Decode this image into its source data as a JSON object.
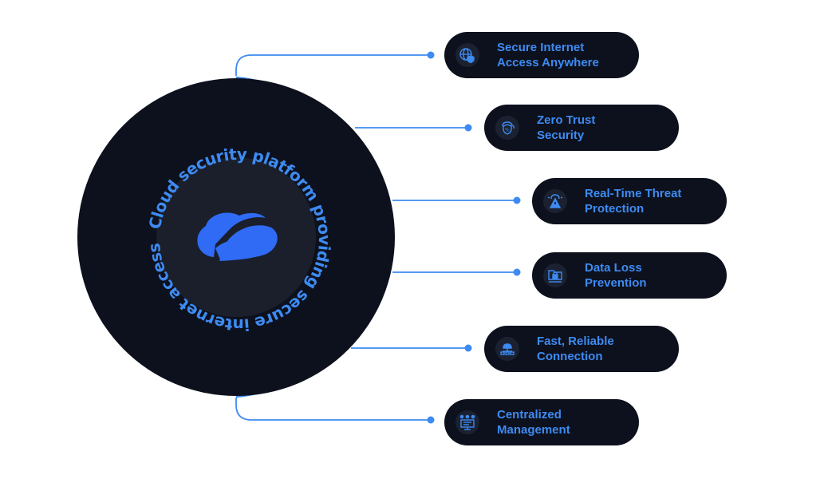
{
  "center": {
    "arc_text": "Cloud security platform providing secure internet access.",
    "logo_icon": "cloud-logo-icon"
  },
  "features": [
    {
      "label": "Secure Internet\nAccess Anywhere",
      "icon": "globe-shield-icon"
    },
    {
      "label": "Zero Trust\nSecurity",
      "icon": "zero-trust-cloud-icon"
    },
    {
      "label": "Real-Time Threat\nProtection",
      "icon": "threat-alert-icon"
    },
    {
      "label": "Data Loss\nPrevention",
      "icon": "folder-lock-icon"
    },
    {
      "label": "Fast, Reliable\nConnection",
      "icon": "network-cloud-icon"
    },
    {
      "label": "Centralized\nManagement",
      "icon": "management-monitor-icon"
    }
  ],
  "colors": {
    "accent": "#3d8bf2",
    "dark": "#0d111d",
    "inner": "#1b1f2b",
    "logo": "#2f6bf5"
  }
}
